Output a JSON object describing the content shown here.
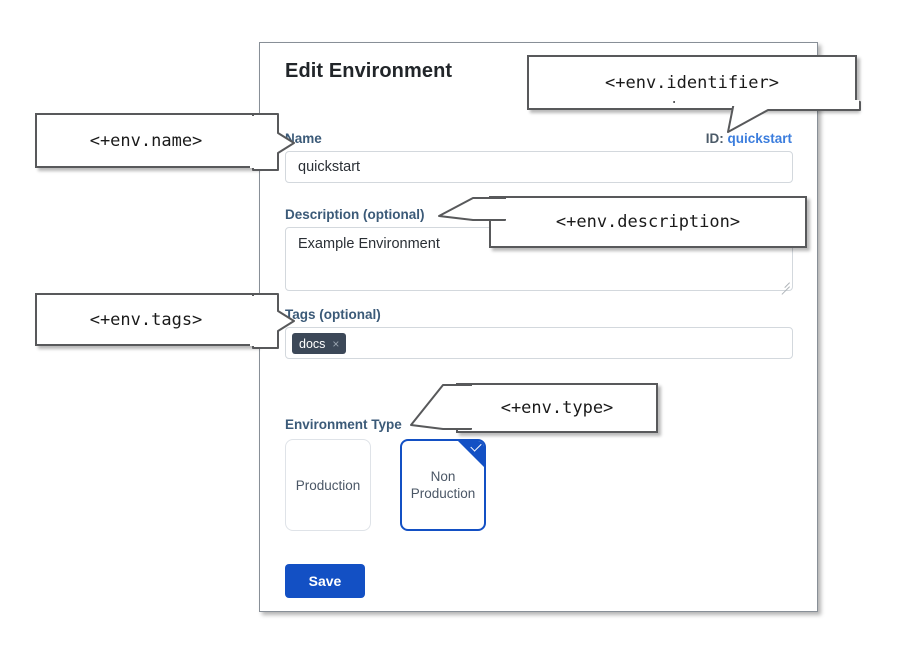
{
  "dialog": {
    "title": "Edit Environment",
    "identifier": {
      "prefix": "ID:",
      "value": "quickstart"
    },
    "fields": {
      "name": {
        "label": "Name",
        "value": "quickstart"
      },
      "description": {
        "label": "Description (optional)",
        "value": "Example Environment"
      },
      "tags": {
        "label": "Tags (optional)",
        "chips": [
          {
            "text": "docs",
            "remove": "×"
          }
        ]
      },
      "type": {
        "label": "Environment Type"
      }
    },
    "type_cards": [
      {
        "label": "Production",
        "selected": false
      },
      {
        "label": "Non Production",
        "selected": true,
        "check": "✓"
      }
    ],
    "save_label": "Save"
  },
  "annotations": [
    {
      "key": "name",
      "text": "<+env.name>"
    },
    {
      "key": "identifier",
      "text": "<+env.identifier>"
    },
    {
      "key": "description",
      "text": "<+env.description>"
    },
    {
      "key": "tags",
      "text": "<+env.tags>"
    },
    {
      "key": "type",
      "text": "<+env.type>"
    }
  ],
  "colors": {
    "accent_blue": "#1350c4",
    "link_blue": "#3b7ddd",
    "label_blue": "#3b5a78",
    "chip_bg": "#3c4858",
    "panel_border": "#888f97",
    "callout_border": "#58595b"
  }
}
